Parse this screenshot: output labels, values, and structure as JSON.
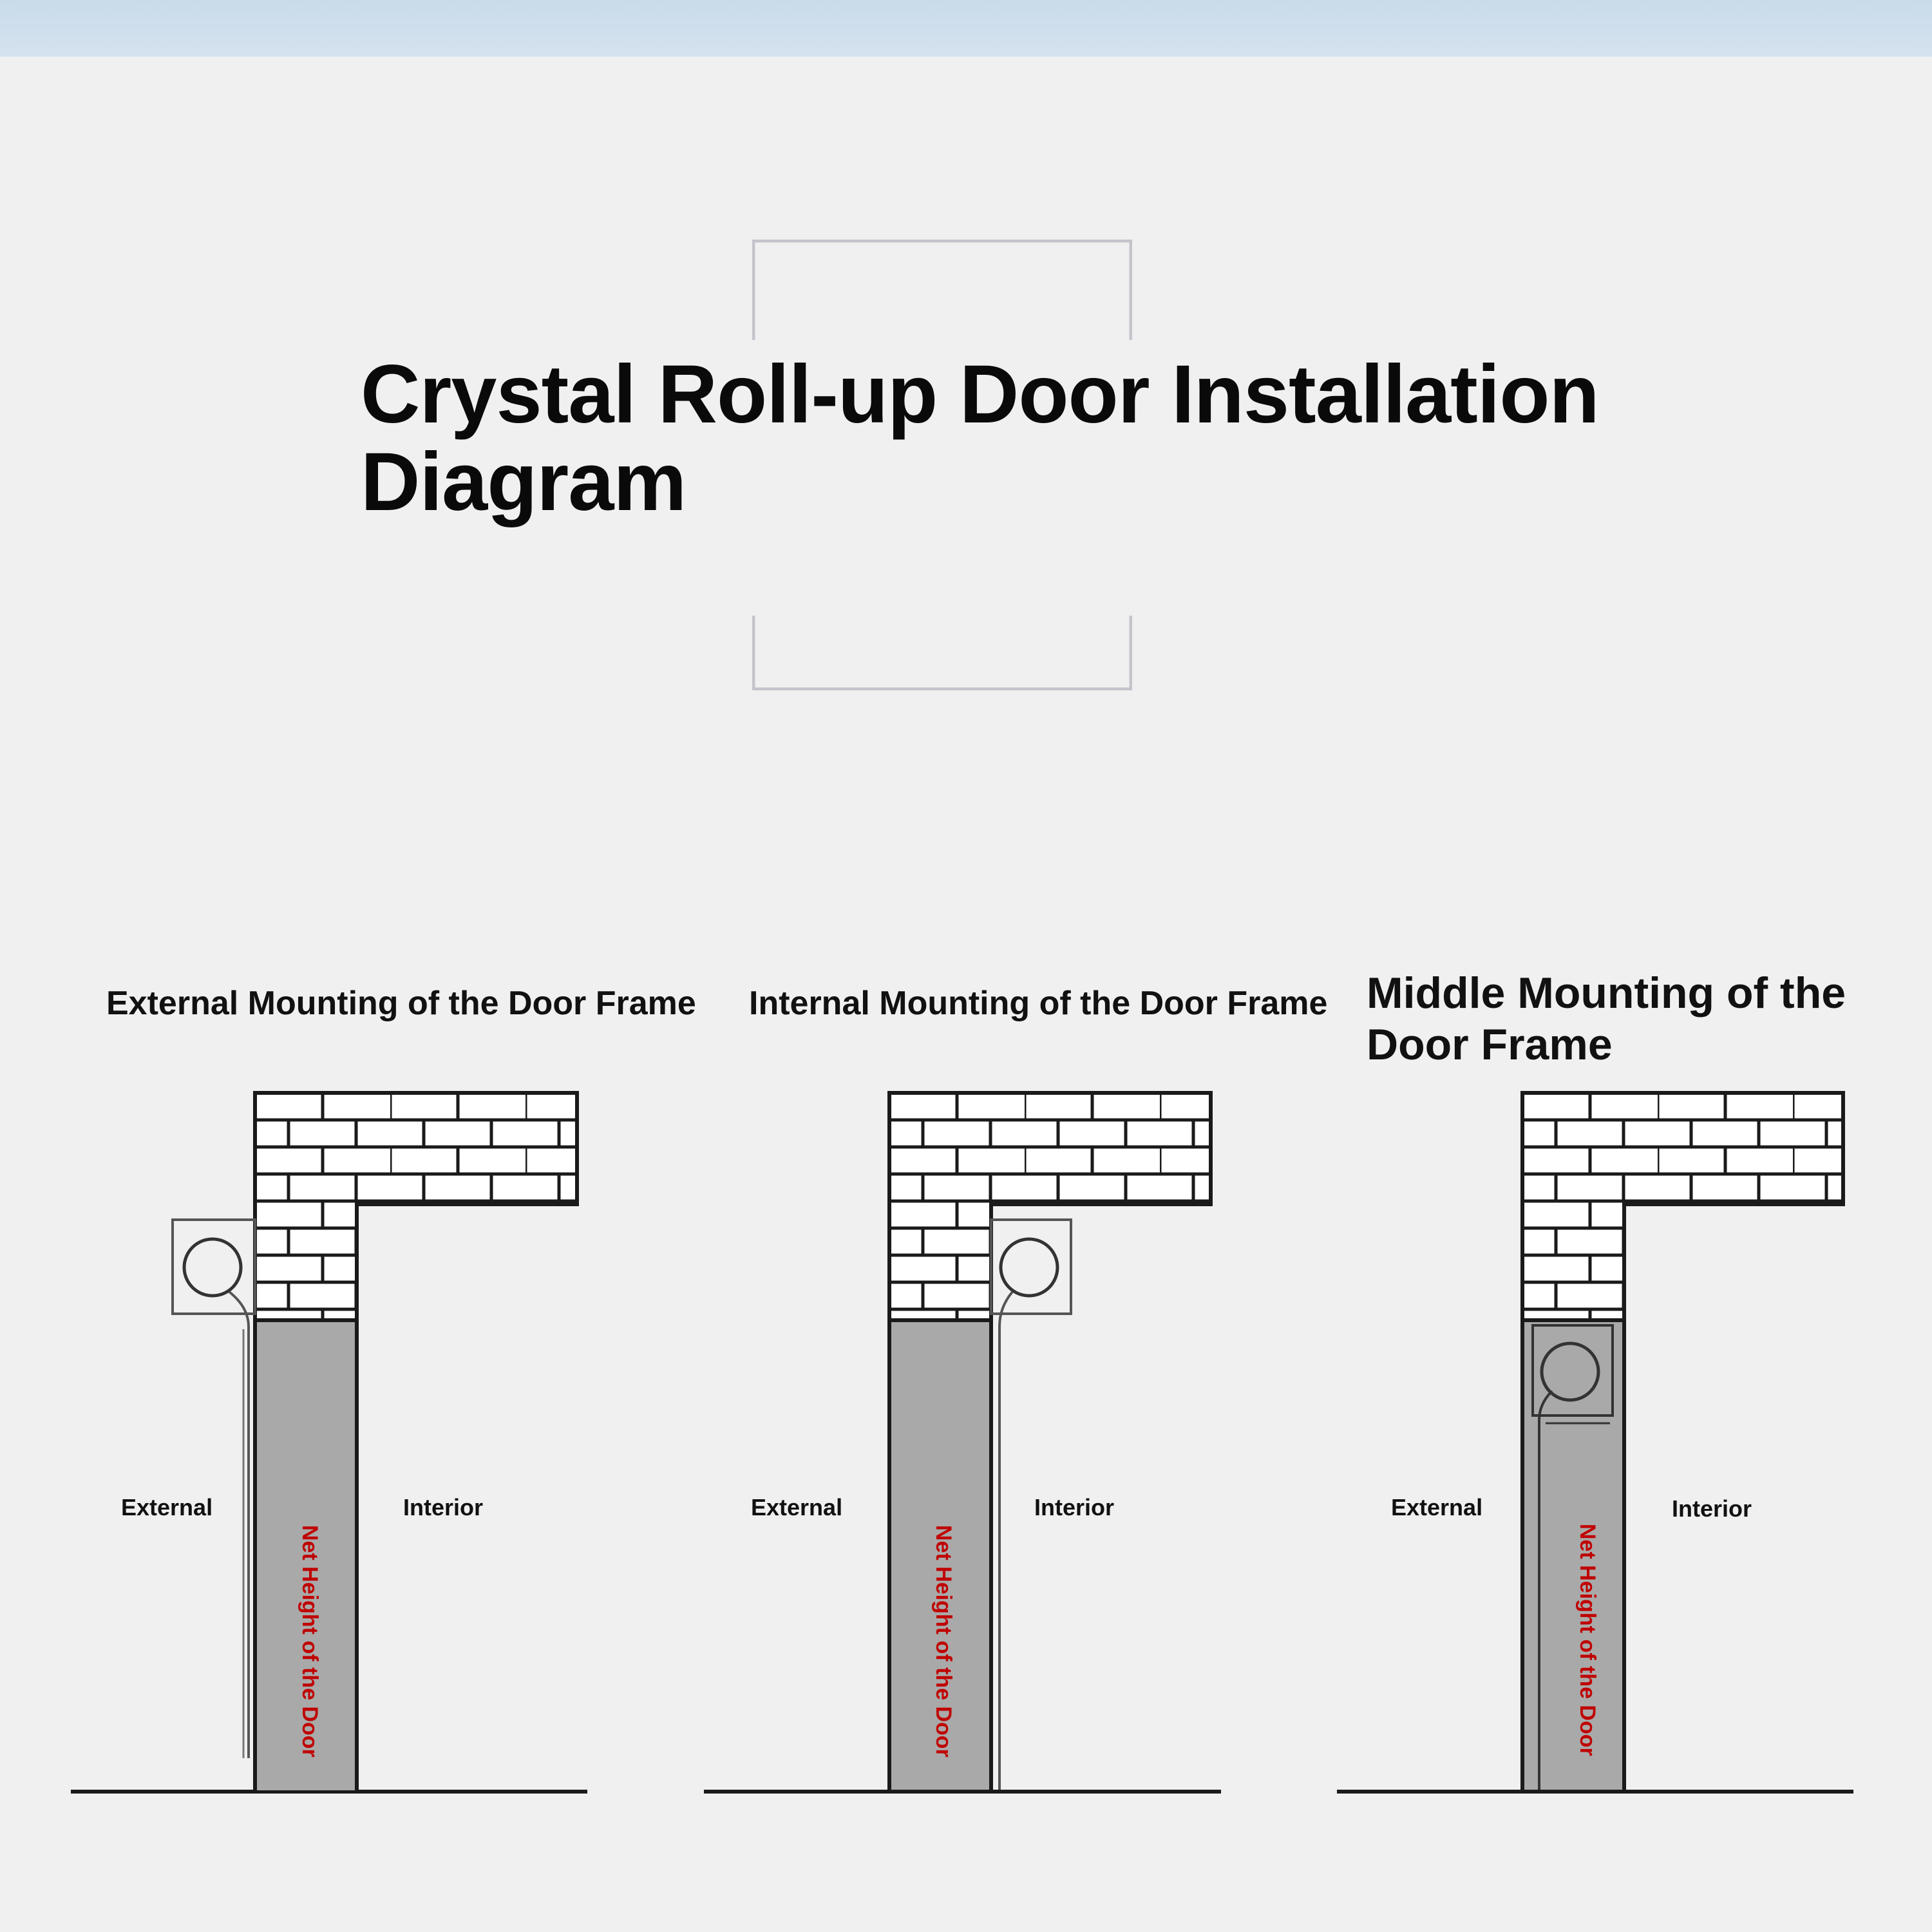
{
  "title": "Crystal Roll-up Door Installation Diagram",
  "panels": [
    {
      "title": "External Mounting of the Door Frame",
      "external_label": "External",
      "interior_label": "Interior",
      "net_height_label": "Net Height of the Door"
    },
    {
      "title": "Internal Mounting of the Door Frame",
      "external_label": "External",
      "interior_label": "Interior",
      "net_height_label": "Net Height of the Door"
    },
    {
      "title": "Middle Mounting of the Door Frame",
      "external_label": "External",
      "interior_label": "Interior",
      "net_height_label": "Net Height of the Door"
    }
  ],
  "colors": {
    "outline": "#1a1a1a",
    "door_fill": "#a9a9a9",
    "brick_fill": "#ffffff",
    "net_height_text": "#c00000",
    "top_band": "#cfdeeb"
  }
}
